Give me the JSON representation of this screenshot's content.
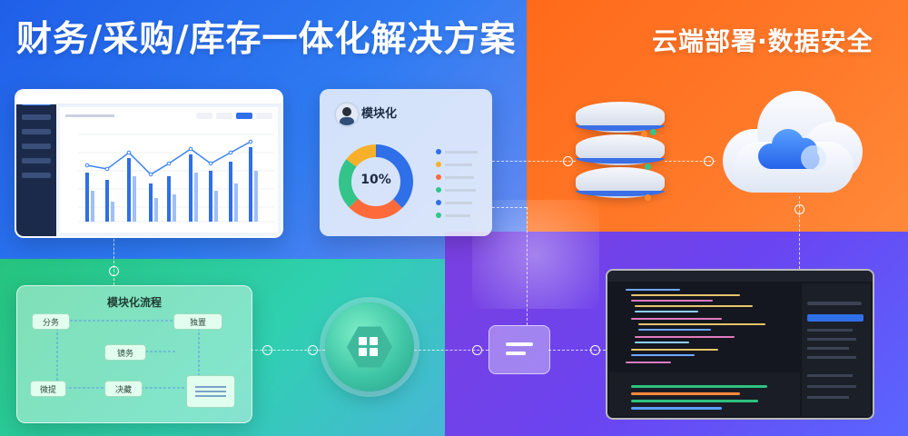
{
  "headline": "财务/采购/库存一体化解决方案",
  "subheadline": "云端部署·数据安全",
  "module_card": {
    "title": "模块化",
    "donut_label": "10%",
    "colors": [
      "#2f6fe8",
      "#33c48a",
      "#ff6a3a",
      "#f8b02a"
    ]
  },
  "flow_card": {
    "title": "模块化流程",
    "nodes": [
      "分务",
      "独置",
      "镜务",
      "微提",
      "决藏"
    ]
  },
  "colors": {
    "blue": "#1f5fe8",
    "orange": "#ff6a1a",
    "green": "#25c37d",
    "purple": "#7a3fe0"
  },
  "icons": [
    "grid-icon",
    "menu-lines-icon",
    "database-icon",
    "cloud-icon"
  ]
}
